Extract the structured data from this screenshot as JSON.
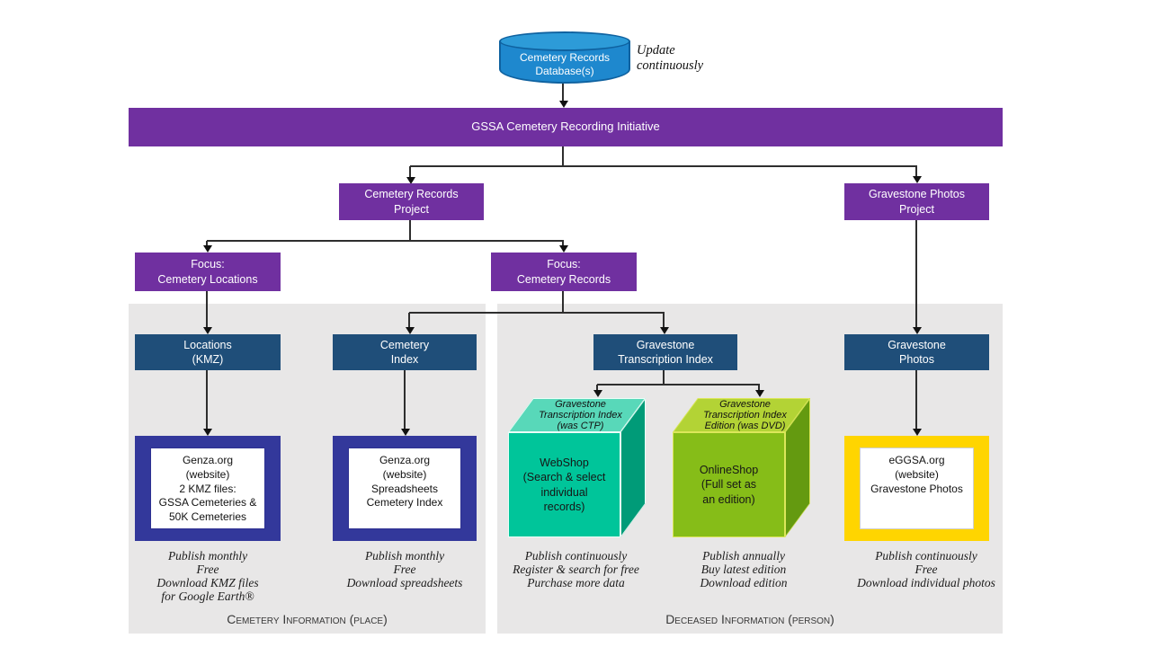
{
  "diagram": {
    "database": {
      "label": "Cemetery Records\nDatabase(s)"
    },
    "update_note": "Update\ncontinuously",
    "banner": "GSSA Cemetery Recording Initiative",
    "projects": {
      "cemetery_records": "Cemetery Records\nProject",
      "gravestone_photos": "Gravestone Photos\nProject"
    },
    "focus": {
      "locations": "Focus:\nCemetery Locations",
      "records": "Focus:\nCemetery  Records"
    },
    "outputs": {
      "locations_kmz": "Locations\n(KMZ)",
      "cemetery_index": "Cemetery\nIndex",
      "transcription_index": "Gravestone\nTranscription Index",
      "gravestone_photos": "Gravestone\nPhotos"
    },
    "cubes": {
      "webshop": {
        "top": "Gravestone\nTranscription Index\n(was CTP)",
        "front": "WebShop\n(Search & select\nindividual\nrecords)"
      },
      "onlineshop": {
        "top": "Gravestone\nTranscription Index\nEdition (was DVD)",
        "front": "OnlineShop\n(Full set as\nan edition)"
      }
    },
    "websites": {
      "genza_kmz": "Genza.org\n(website)\n2 KMZ files:\nGSSA Cemeteries &\n50K Cemeteries",
      "genza_spreadsheets": "Genza.org\n(website)\nSpreadsheets\nCemetery Index",
      "eggsa_photos": "eGGSA.org\n(website)\nGravestone Photos"
    },
    "notes": {
      "kmz": "Publish monthly\nFree\nDownload KMZ files\nfor Google Earth®",
      "spreadsheets": "Publish monthly\nFree\nDownload spreadsheets",
      "webshop": "Publish continuously\nRegister & search for free\nPurchase more data",
      "onlineshop": "Publish annually\nBuy latest edition\nDownload edition",
      "photos": "Publish continuously\nFree\nDownload individual photos"
    },
    "captions": {
      "cemetery": "Cemetery Information (place)",
      "deceased": "Deceased Information (person)"
    },
    "colors": {
      "purple": "#7030A0",
      "steel_blue": "#1F4E79",
      "cylinder_blue": "#1E88CE",
      "navy_border": "#33389B",
      "yellow_border": "#FFD500",
      "teal_front": "#00C59A",
      "teal_top": "#58D8B9",
      "teal_side": "#009B78",
      "green_front": "#86BD18",
      "green_top": "#B3D335",
      "green_side": "#649A10",
      "panel_gray": "#E8E7E7",
      "connector": "#2e2e2e"
    }
  }
}
